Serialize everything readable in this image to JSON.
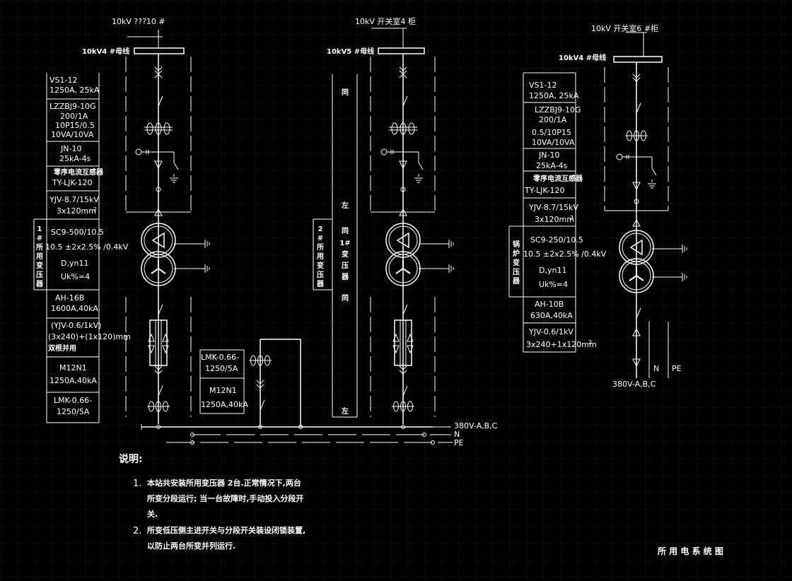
{
  "panel1": {
    "header": "10kV ???10  #",
    "bus": "10kV4 #母线",
    "vs": "VS1-12",
    "vs_rating": "1250A, 25kA",
    "ct_model": "LZZBJ9-10G",
    "ct_ratio": "200/1A",
    "ct_class": "10P15/0.5",
    "ct_va": "10VA/10VA",
    "jn": "JN-10",
    "jn_rating": "25kA-4s",
    "zero_ct": "零序电流互感器",
    "zero_model": "TY-LJK-120",
    "cable1": "YJV-8.7/15kV",
    "cable1_size": "3x120mm",
    "sup2": "2",
    "tr_side": "1#所用变压器",
    "tr_model": "SC9-500/10.5",
    "tr_ratio": "10.5 ±2x2.5% /0.4kV",
    "tr_group": "D,yn11",
    "tr_uk": "Uk%=4",
    "ah": "AH-16B",
    "ah_rating": "1600A,40kA",
    "lv_cable1": "(YJV-0.6/1kV)",
    "lv_cable2": "(3x240)+(1x120)mm",
    "lv_sup": "2",
    "parallel": "双根并用",
    "m12": "M12N1",
    "m12_rating": "1250A,40kA",
    "lmk": "LMK-0.66-",
    "lmk_ratio": "1250/5A"
  },
  "tie": {
    "lmk": "LMK-0.66-",
    "lmk_ratio": "1250/5A",
    "m12": "M12N1",
    "m12_rating": "1250A,40kA"
  },
  "panel2": {
    "header": "10kV 开关室4  柜",
    "bus": "10kV5 #母线",
    "side_label": "2#所用变压器",
    "col_chars": [
      "同",
      "左",
      "同",
      "1#",
      "变",
      "压",
      "器",
      "同",
      "左"
    ]
  },
  "panel3": {
    "header": "10kV 开关室6  #柜",
    "bus": "10kV4 #母线",
    "vs": "VS1-12",
    "vs_rating": "1250A, 25kA",
    "ct_model": "LZZBJ9-10G",
    "ct_ratio": "200/1A",
    "ct_class": "0.5/10P15",
    "ct_va": "10VA/10VA",
    "jn": "JN-10",
    "jn_rating": "25kA-4s",
    "zero_ct": "零序电流互感器",
    "zero_model": "TY-LJK-120",
    "cable1": "YJV-8.7/15kV",
    "cable1_size": "3x120mm",
    "sup2": "2",
    "tr_side": "锅炉变压器",
    "tr_model": "SC9-250/10.5",
    "tr_ratio": "10.5 ±2x2.5% /0.4kV",
    "tr_group": "D,yn11",
    "tr_uk": "Uk%=4",
    "ah": "AH-10B",
    "ah_rating": "630A,40kA",
    "lv_cable1": "YJV-0.6/1kV",
    "lv_cable2": "3x240+1x120mm",
    "lv_sup": "2",
    "n": "N",
    "pe": "PE",
    "v380": "380V-A,B,C"
  },
  "lv_bus": {
    "phase": "380V-A,B,C",
    "n": "N",
    "pe": "PE"
  },
  "notes": {
    "title": "说明:",
    "item1_num": "1.",
    "item1_l1": "本站共安装所用变压器 2台.正常情况下,两台",
    "item1_l2": "所变分段运行; 当一台故障时,手动投入分段开",
    "item1_l3": "关.",
    "item2_num": "2.",
    "item2_l1": "所变低压侧主进开关与分段开关装设闭锁装置,",
    "item2_l2": "以防止两台所变并列运行."
  },
  "drawing_title": "所 用 电 系 统 图"
}
